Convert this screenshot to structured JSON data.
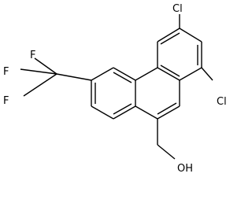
{
  "labels": {
    "cl_top": "Cl",
    "cl_right": "Cl",
    "f_top": "F",
    "f_left_upper": "F",
    "f_left_lower": "F",
    "oh": "OH"
  }
}
